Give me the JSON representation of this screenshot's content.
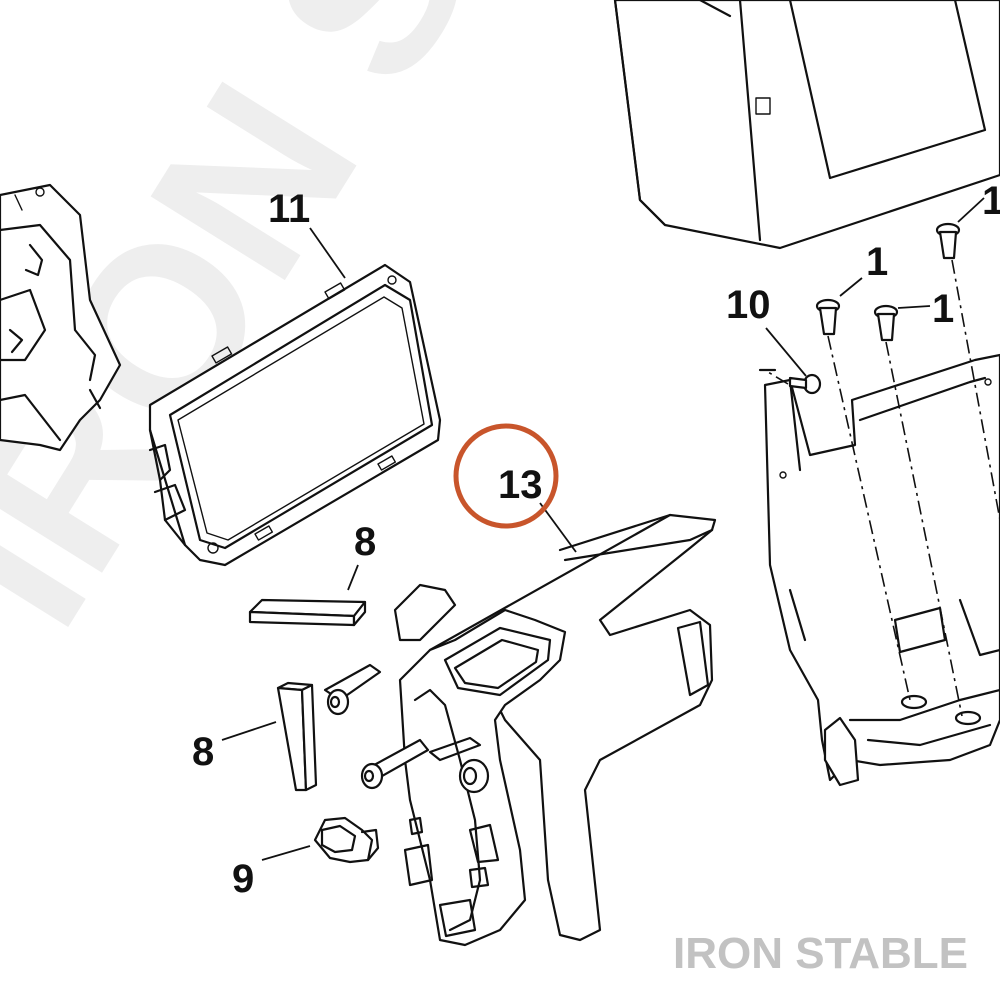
{
  "watermark": {
    "text": "IRON STABLE"
  },
  "brand": {
    "text": "IRON STABLE"
  },
  "highlight": {
    "color": "#c8552b",
    "label": "13"
  },
  "callouts": {
    "c1_top": "1",
    "c1_mid": "1",
    "c1_right": "1",
    "c10": "10",
    "c11": "11",
    "c8_top": "8",
    "c8_left": "8",
    "c9": "9"
  }
}
